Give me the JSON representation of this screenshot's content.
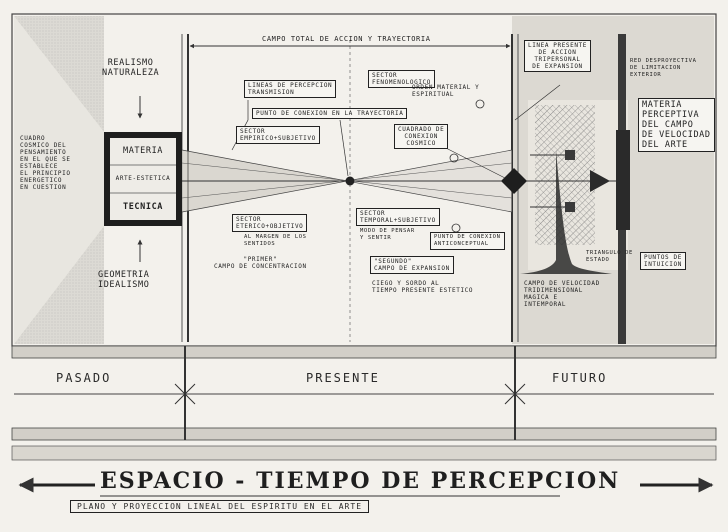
{
  "labels": {
    "realismo": "REALISMO\nNATURALEZA",
    "geometria": "GEOMETRIA\nIDEALISMO",
    "cuadro": "CUADRO\nCOSMICO DEL\nPENSAMIENTO\nEN EL QUE SE\nESTABLECE\nEL PRINCIPIO\nENERGETICO\nEN CUESTION",
    "materia": "MATERIA",
    "arte_estetica": "ARTE-ESTETICA",
    "tecnica": "TECNICA",
    "campo_total": "CAMPO TOTAL DE ACCION Y TRAYECTORIA",
    "lineas_percepcion": "LINEAS DE PERCEPCION\nTRANSMISION",
    "punto_conexion": "PUNTO DE CONEXION EN LA TRAYECTORIA",
    "sector_empirico": "SECTOR\nEMPIRICO+SUBJETIVO",
    "sector_fenomenologico": "SECTOR\nFENOMENOLOGICO",
    "orden_material": "ORDEN MATERIAL Y\nESPIRITUAL",
    "cuadrado_conexion": "CUADRADO DE\nCONEXION\nCOSMICO",
    "linea_presente": "LINEA PRESENTE\nDE ACCION\nTRIPERSONAL\nDE EXPANSION",
    "red_proyectiva": "RED DESPROYECTIVA\nDE LIMITACION\nEXTERIOR",
    "materia_perceptiva": "MATERIA\nPERCEPTIVA\nDEL CAMPO\nDE VELOCIDAD\nDEL ARTE",
    "sector_eterico": "SECTOR\nETERICO+OBJETIVO",
    "al_margen": "AL MARGEN DE LOS\nSENTIDOS",
    "sector_temporal": "SECTOR\nTEMPORAL+SUBJETIVO",
    "modo_pensar": "MODO DE PENSAR\nY SENTIR",
    "punto_conexion_anti": "PUNTO DE CONEXION\nANTICONCEPTUAL",
    "triangulo": "TRIANGULO DE\nESTADO",
    "puntos_intuicion": "PUNTOS DE\nINTUICION",
    "primer_campo": "\"PRIMER\"\nCAMPO DE CONCENTRACION",
    "segundo_campo": "\"SEGUNDO\"\nCAMPO DE EXPANSION",
    "ciego_sordo": "CIEGO Y SORDO AL\nTIEMPO PRESENTE ESTETICO",
    "campo_velocidad": "CAMPO DE VELOCIDAD\nTRIDIMENSIONAL\nMAGICA E\nINTEMPORAL"
  },
  "time_labels": {
    "pasado": "PASADO",
    "presente": "PRESENTE",
    "futuro": "FUTURO"
  },
  "title": "ESPACIO - TIEMPO DE PERCEPCION",
  "subtitle": "PLANO Y PROYECCION LINEAL DEL ESPIRITU EN EL ARTE"
}
